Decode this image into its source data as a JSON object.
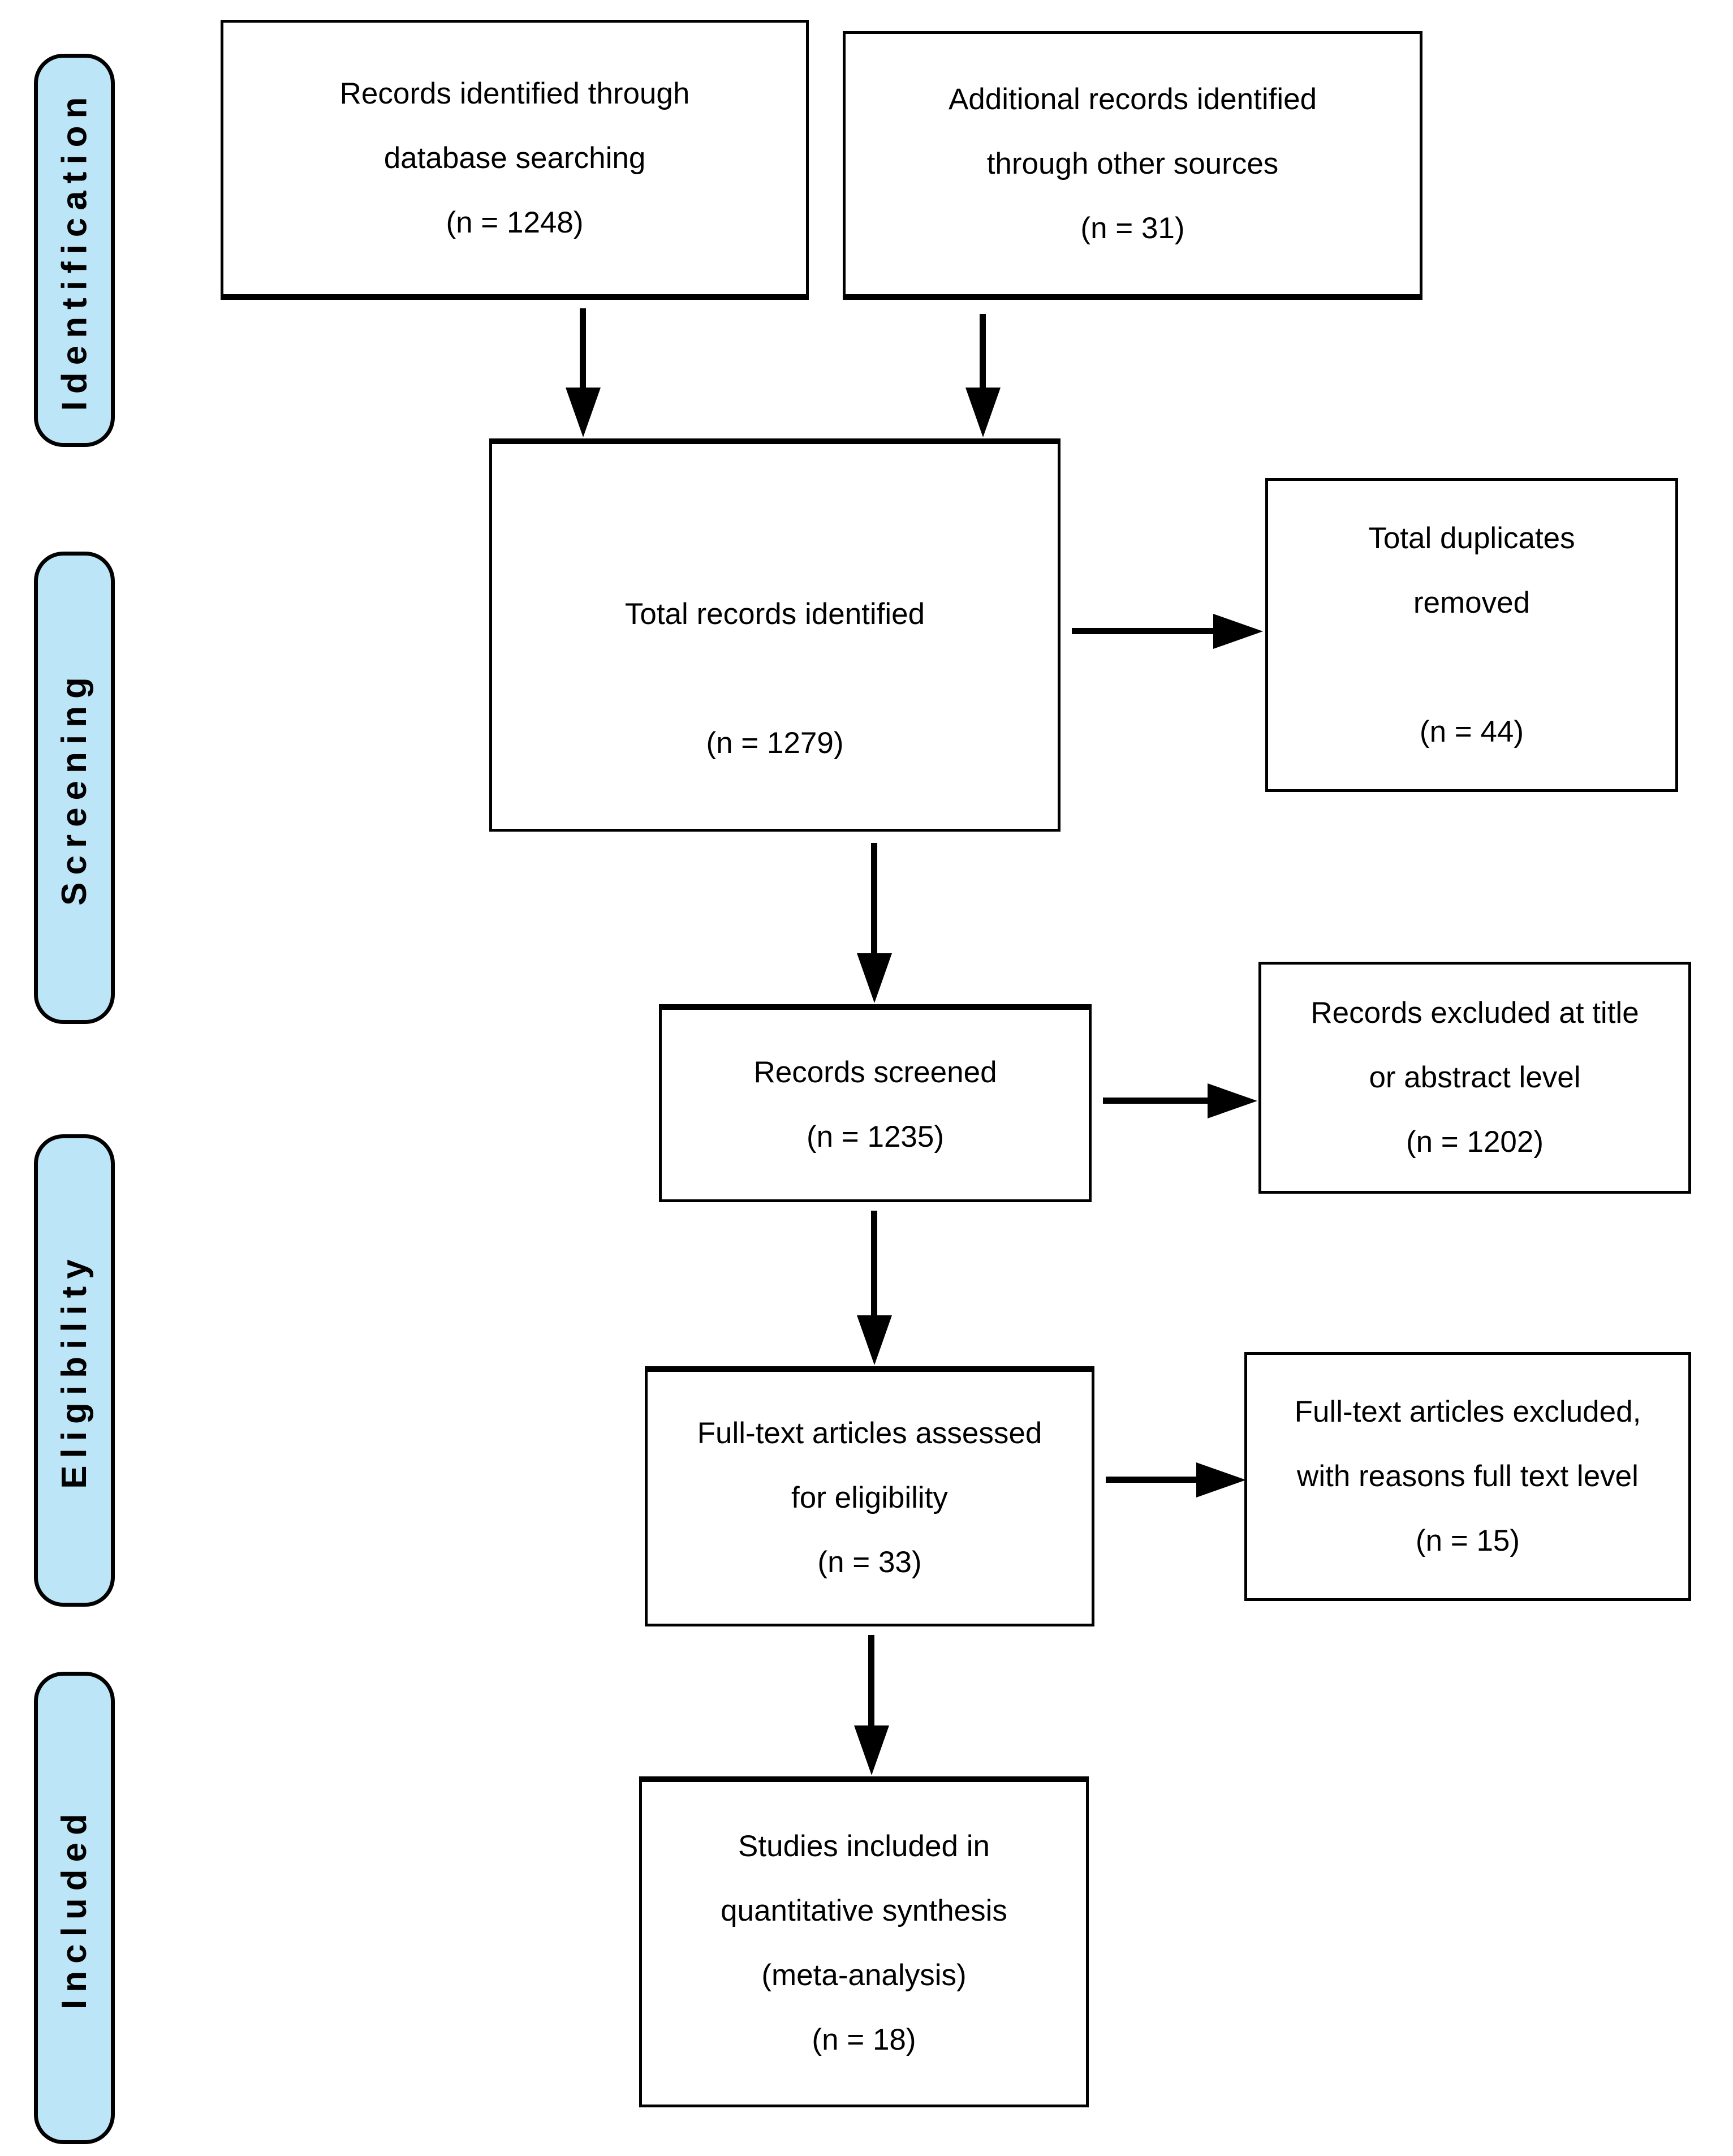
{
  "colors": {
    "stage_fill": "#BDE5F8",
    "outline": "#000000",
    "background": "#FFFFFF"
  },
  "stages": {
    "identification": "Identification",
    "screening": "Screening",
    "eligibility": "Eligibility",
    "included": "Included"
  },
  "boxes": {
    "database": {
      "lines": [
        "Records identified through",
        "database searching",
        "(n = 1248)"
      ]
    },
    "other_sources": {
      "lines": [
        "Additional records identified",
        "through other sources",
        "(n = 31)"
      ]
    },
    "total_identified": {
      "lines": [
        "Total records identified",
        "(n = 1279)"
      ]
    },
    "duplicates_removed": {
      "lines": [
        "Total duplicates",
        "removed",
        "(n = 44)"
      ]
    },
    "screened": {
      "lines": [
        "Records screened",
        "(n = 1235)"
      ]
    },
    "excluded_title_abstract": {
      "lines": [
        "Records excluded at title",
        "or abstract level",
        "(n = 1202)"
      ]
    },
    "fulltext_assessed": {
      "lines": [
        "Full-text articles assessed",
        "for eligibility",
        "(n = 33)"
      ]
    },
    "fulltext_excluded": {
      "lines": [
        "Full-text articles excluded,",
        "with reasons full text level",
        "(n = 15)"
      ]
    },
    "included_synthesis": {
      "lines": [
        "Studies included in",
        "quantitative synthesis",
        "(meta-analysis)",
        "(n = 18)"
      ]
    }
  }
}
